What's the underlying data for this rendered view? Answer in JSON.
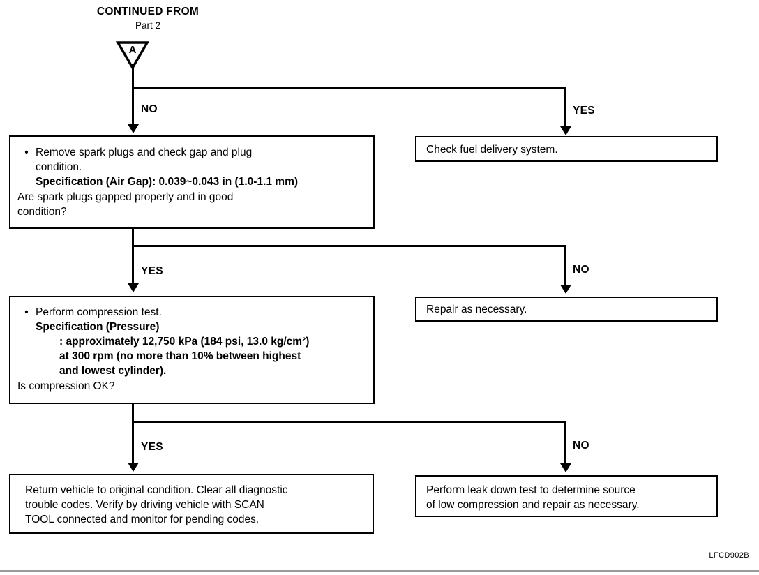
{
  "header": {
    "continued_from": "CONTINUED FROM",
    "part": "Part 2"
  },
  "connector": {
    "label": "A",
    "shape": "inverted-triangle"
  },
  "branches": {
    "b1_left": "NO",
    "b1_right": "YES",
    "b2_left": "YES",
    "b2_right": "NO",
    "b3_left": "YES",
    "b3_right": "NO"
  },
  "boxes": {
    "spark_plug": {
      "bullet": "•",
      "line1": "Remove spark plugs and check gap and plug\ncondition.",
      "spec": "Specification (Air Gap): 0.039~0.043 in (1.0-1.1 mm)",
      "question": "Are spark plugs gapped properly and in good\ncondition?"
    },
    "fuel_delivery": {
      "text": "Check fuel delivery system."
    },
    "compression": {
      "bullet": "•",
      "line1": "Perform compression test.",
      "spec_title": "Specification (Pressure)",
      "spec_detail": ": approximately 12,750 kPa (184 psi, 13.0 kg/cm²)\nat 300 rpm (no more than 10% between highest\nand lowest cylinder).",
      "question": "Is compression OK?"
    },
    "repair": {
      "text": "Repair as necessary."
    },
    "return_vehicle": {
      "text": "Return vehicle to original condition. Clear all diagnostic\ntrouble codes. Verify by driving vehicle with SCAN\nTOOL connected and monitor for pending codes."
    },
    "leak_down": {
      "text": "Perform leak down test to determine source\nof low compression and repair as necessary."
    }
  },
  "footer": {
    "figure_code": "LFCD902B"
  },
  "colors": {
    "ink": "#000000",
    "paper": "#ffffff",
    "rule": "#9a9a9a"
  }
}
